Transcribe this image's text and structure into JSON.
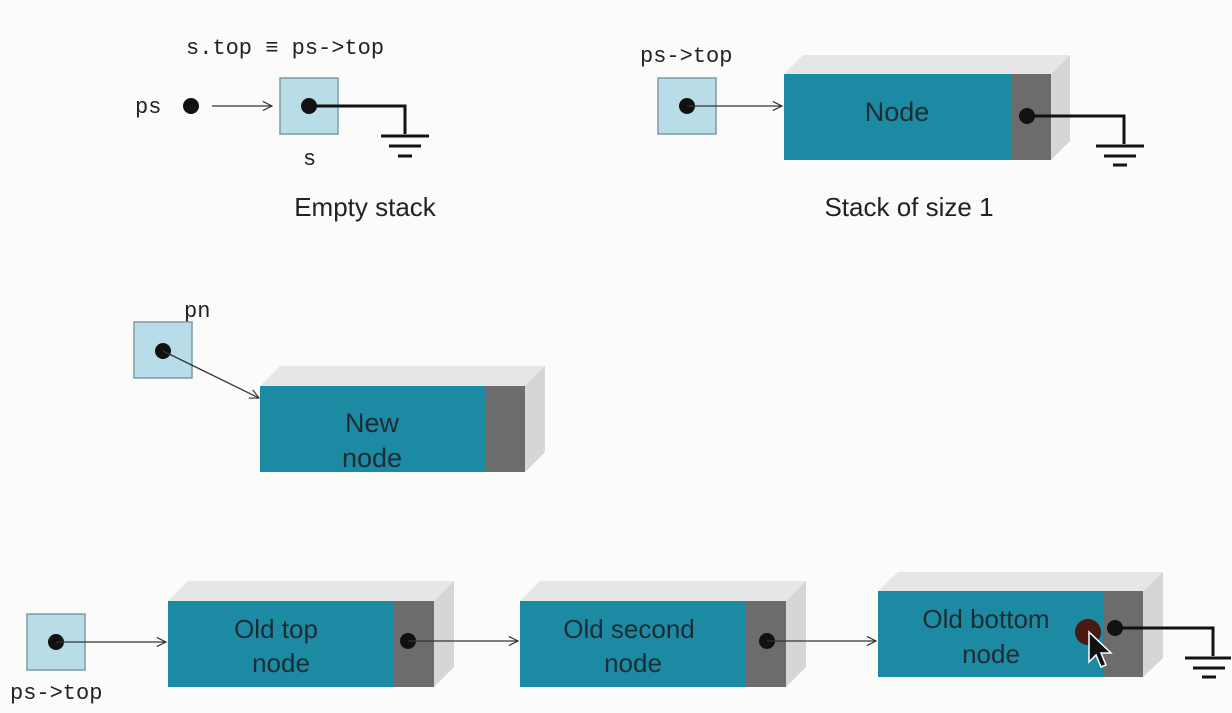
{
  "labels": {
    "equivalence": "s.top ≡ ps->top",
    "ps": "ps",
    "s": "s",
    "ps_top_1": "ps->top",
    "pn": "pn",
    "ps_top_2": "ps->top"
  },
  "captions": {
    "empty_stack": "Empty stack",
    "stack_size_1": "Stack of size 1"
  },
  "nodes": {
    "node": [
      "Node"
    ],
    "new_node": [
      "New",
      "node"
    ],
    "old_top": [
      "Old top",
      "node"
    ],
    "old_second": [
      "Old second",
      "node"
    ],
    "old_bottom": [
      "Old bottom",
      "node"
    ]
  },
  "colors": {
    "node_face": "#1d8aa3",
    "node_top": "#e6e6e6",
    "ptr_face": "#9bcbd9",
    "ptr_cell_inner": "#b9dde8",
    "ptr_end": "#6c6c6c",
    "ptr_end_side": "#d6d6d6",
    "ink": "#111111"
  }
}
